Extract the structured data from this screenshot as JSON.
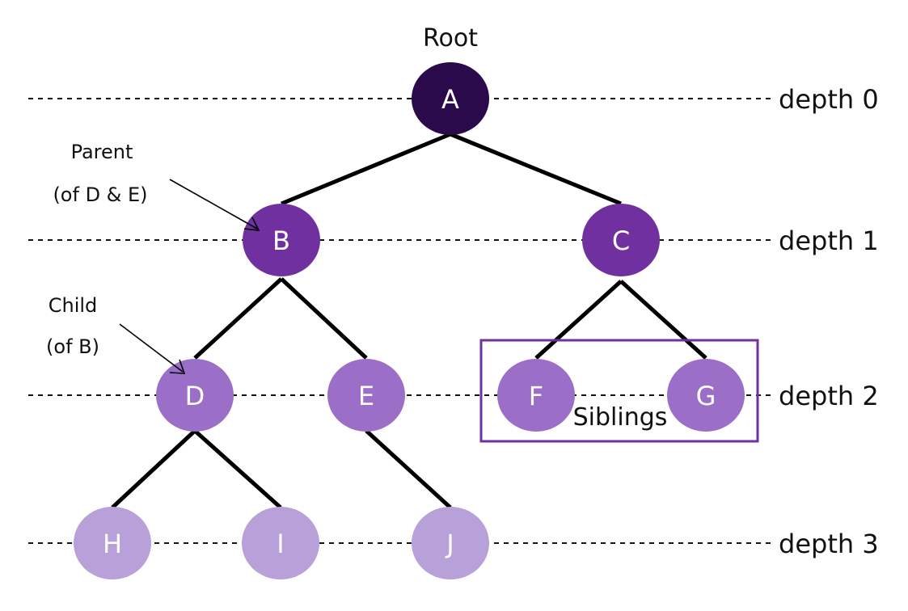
{
  "labels": {
    "root": "Root",
    "parent_line1": "Parent",
    "parent_line2": "(of D & E)",
    "child_line1": "Child",
    "child_line2": "(of B)",
    "siblings": "Siblings"
  },
  "depth_labels": [
    "depth 0",
    "depth 1",
    "depth 2",
    "depth 3"
  ],
  "nodes": {
    "A": "A",
    "B": "B",
    "C": "C",
    "D": "D",
    "E": "E",
    "F": "F",
    "G": "G",
    "H": "H",
    "I": "I",
    "J": "J"
  },
  "edges": [
    [
      "A",
      "B"
    ],
    [
      "A",
      "C"
    ],
    [
      "B",
      "D"
    ],
    [
      "B",
      "E"
    ],
    [
      "C",
      "F"
    ],
    [
      "C",
      "G"
    ],
    [
      "D",
      "H"
    ],
    [
      "D",
      "I"
    ],
    [
      "E",
      "J"
    ]
  ],
  "colors": {
    "depth0": "#2a0a4a",
    "depth1": "#7030a0",
    "depth2": "#9b6fc8",
    "depth3": "#b8a0d8",
    "siblings_box": "#7030a0"
  }
}
